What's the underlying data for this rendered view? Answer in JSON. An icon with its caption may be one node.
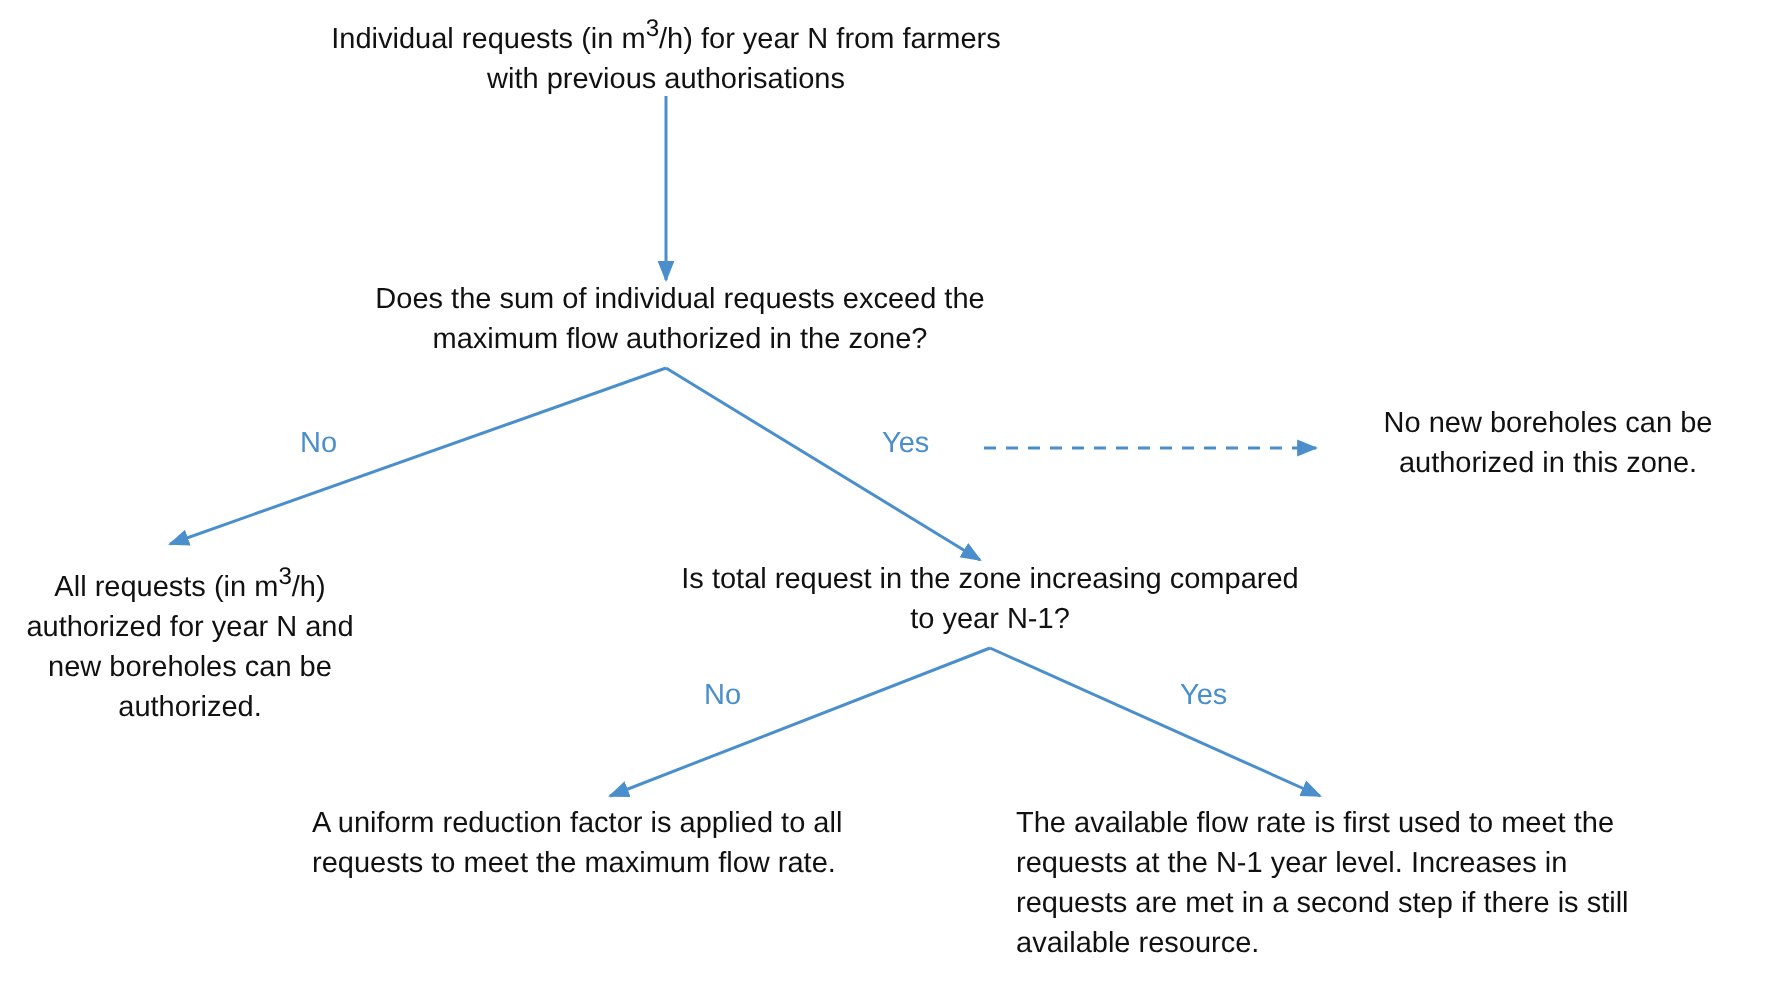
{
  "diagram": {
    "nodes": [
      {
        "text": [
          "Individual requests (in m$^{3}$/h) for year N from farmers with previous authorisations"
        ]
      },
      {
        "text": [
          "Does the sum of individual requests exceed the maximum flow authorized in the zone?"
        ]
      },
      {
        "text": [
          "No new boreholes can be authorized in this zone."
        ]
      },
      {
        "text": [
          "All requests (in m$^{3}$/h) authorized for year N and new boreholes can be authorized."
        ]
      },
      {
        "text": [
          "Is total request in the zone increasing compared to year N-1?"
        ]
      },
      {
        "text": [
          "A uniform reduction factor is applied to all requests to meet the maximum flow rate."
        ]
      },
      {
        "text": [
          "The available flow rate is first used to meet the requests at the N-1 year level. Increases in requests are met in a second step if there is still available resource."
        ]
      }
    ],
    "edges": [
      {
        "from": 0,
        "to": 1,
        "arrow": "to"
      },
      {
        "from": 1,
        "to": 3,
        "arrow": "to",
        "label": "No"
      },
      {
        "from": 1,
        "to": 4,
        "arrow": "to",
        "label": "Yes"
      },
      {
        "from": null,
        "to": 2,
        "arrow": "to",
        "style": "dashed"
      },
      {
        "from": 4,
        "to": 5,
        "arrow": "to",
        "label": "No"
      },
      {
        "from": 4,
        "to": 6,
        "arrow": "to",
        "label": "Yes"
      }
    ]
  }
}
